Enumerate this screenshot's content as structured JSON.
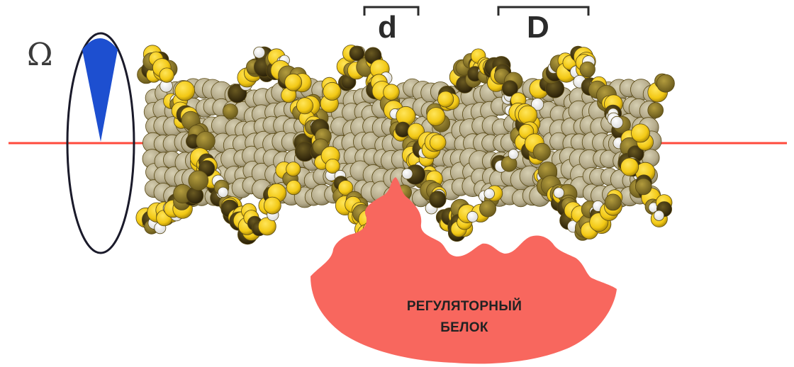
{
  "labels": {
    "omega": "Ω",
    "minor_groove": "d",
    "major_groove": "D"
  },
  "protein": {
    "line1": "РЕГУЛЯТОРНЫЙ",
    "line2": "БЕЛОК"
  },
  "colors": {
    "axis": "#ff4a3c",
    "protein": "#f8675e",
    "backbone_yellow": "#f6d21a",
    "backbone_dark": "#3a2e0c",
    "backbone_olive": "#8c7a2a",
    "base_tan": "#b7ad8d",
    "omega_wedge": "#1d4fd0"
  }
}
